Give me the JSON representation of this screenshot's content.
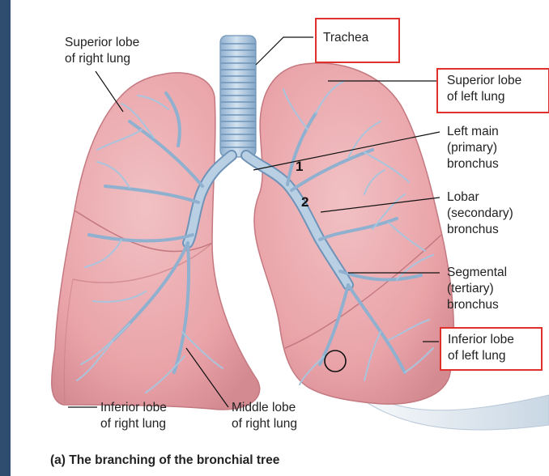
{
  "labels": {
    "superior_right": [
      "Superior lobe",
      "of right lung"
    ],
    "trachea": "Trachea",
    "superior_left": [
      "Superior lobe",
      "of left lung"
    ],
    "left_main": [
      "Left main",
      "(primary)",
      "bronchus"
    ],
    "lobar": [
      "Lobar",
      "(secondary)",
      "bronchus"
    ],
    "segmental": [
      "Segmental",
      "(tertiary)",
      "bronchus"
    ],
    "inferior_left": [
      "Inferior lobe",
      "of left lung"
    ],
    "inferior_right": [
      "Inferior lobe",
      "of right lung"
    ],
    "middle_right": [
      "Middle lobe",
      "of right lung"
    ]
  },
  "markers": {
    "one": "1",
    "two": "2"
  },
  "caption": "(a) The branching of the bronchial tree",
  "colors": {
    "lung_fill": "#e9a3a8",
    "lung_edge": "#c47880",
    "airway": "#a9c4dc",
    "airway_edge": "#6f93b8",
    "highlight_box": "#e0302b",
    "side_bar": "#2f4d6e"
  }
}
